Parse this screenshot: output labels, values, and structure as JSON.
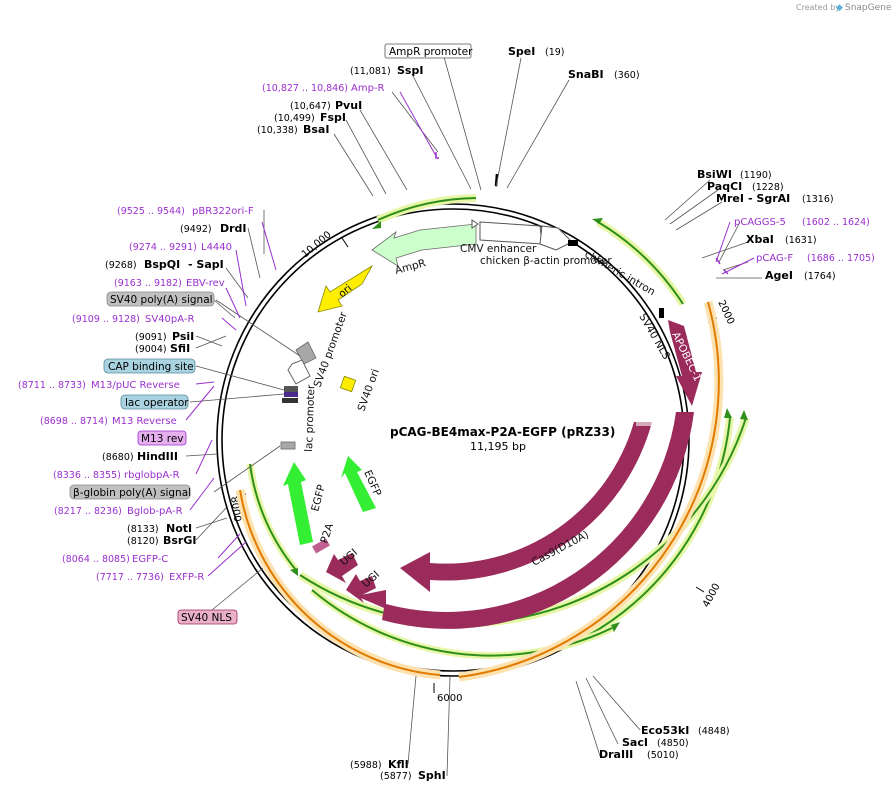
{
  "watermark": {
    "created_by": "Created by",
    "brand": "SnapGene"
  },
  "plasmid": {
    "name": "pCAG-BE4max-P2A-EGFP (pRZ33)",
    "size": "11,195 bp"
  },
  "ticks": {
    "t10000": "10,000",
    "t2000": "2000",
    "t4000": "4000",
    "t6000": "6000",
    "t8000": "8000"
  },
  "sites": {
    "spei": {
      "name": "SpeI",
      "pos": "(19)"
    },
    "snabi": {
      "name": "SnaBI",
      "pos": "(360)"
    },
    "bsiwi": {
      "name": "BsiWI",
      "pos": "(1190)"
    },
    "paqci": {
      "name": "PaqCI",
      "pos": "(1228)"
    },
    "mrei": {
      "name": "MreI",
      "name2": "- SgrAI",
      "pos": "(1316)"
    },
    "xbai": {
      "name": "XbaI",
      "pos": "(1631)"
    },
    "agei": {
      "name": "AgeI",
      "pos": "(1764)"
    },
    "eco53ki": {
      "name": "Eco53kI",
      "pos": "(4848)"
    },
    "saci": {
      "name": "SacI",
      "pos": "(4850)"
    },
    "draiii": {
      "name": "DraIII",
      "pos": "(5010)"
    },
    "kfli": {
      "name": "KflI",
      "pos": "(5988)"
    },
    "sphi": {
      "name": "SphI",
      "pos": "(5877)"
    },
    "notI": {
      "name": "NotI",
      "pos": "(8133)"
    },
    "bsrgi": {
      "name": "BsrGI",
      "pos": "(8120)"
    },
    "hindiii": {
      "name": "HindIII",
      "pos": "(8680)"
    },
    "psii": {
      "name": "PsiI",
      "pos": "(9091)"
    },
    "sfii": {
      "name": "SfiI",
      "pos": "(9004)"
    },
    "bspqi": {
      "name": "BspQI",
      "name2": "- SapI",
      "pos": "(9268)"
    },
    "drdi": {
      "name": "DrdI",
      "pos": "(9492)"
    },
    "bsai": {
      "name": "BsaI",
      "pos": "(10,338)"
    },
    "fspi": {
      "name": "FspI",
      "pos": "(10,499)"
    },
    "pvui": {
      "name": "PvuI",
      "pos": "(10,647)"
    },
    "sspi": {
      "name": "SspI",
      "pos": "(11,081)"
    }
  },
  "primers": {
    "ampr": {
      "range": "(10,827 .. 10,846)",
      "name": "Amp-R"
    },
    "pbr322": {
      "range": "(9525 .. 9544)",
      "name": "pBR322ori-F"
    },
    "l4440": {
      "range": "(9274 .. 9291)",
      "name": "L4440"
    },
    "ebvrev": {
      "range": "(9163 .. 9182)",
      "name": "EBV-rev"
    },
    "sv40par": {
      "range": "(9109 .. 9128)",
      "name": "SV40pA-R"
    },
    "m13puc": {
      "range": "(8711 .. 8733)",
      "name": "M13/pUC Reverse"
    },
    "m13r": {
      "range": "(8698 .. 8714)",
      "name": "M13 Reverse"
    },
    "rbglob": {
      "range": "(8336 .. 8355)",
      "name": "rbglobpA-R"
    },
    "bglob": {
      "range": "(8217 .. 8236)",
      "name": "Bglob-pA-R"
    },
    "egfpc": {
      "range": "(8064 .. 8085)",
      "name": "EGFP-C"
    },
    "exfpr": {
      "range": "(7717 .. 7736)",
      "name": "EXFP-R"
    },
    "pcaggs5": {
      "range": "(1602 .. 1624)",
      "name": "pCAGGS-5"
    },
    "pcagf": {
      "range": "(1686 .. 1705)",
      "name": "pCAG-F"
    }
  },
  "boxes": {
    "ampr_promoter": "AmpR promoter",
    "sv40_polya": "SV40 poly(A) signal",
    "cap_site": "CAP binding site",
    "lac_operator": "lac operator",
    "m13_rev": "M13 rev",
    "bglobin_polya": "β-globin poly(A) signal",
    "sv40_nls_box": "SV40 NLS"
  },
  "features": {
    "cmv": "CMV enhancer",
    "actin": "chicken β-actin promoter",
    "intron": "chimeric intron",
    "sv40nls": "SV40 NLS",
    "apobec": "APOBEC-1",
    "cas9": "Cas9",
    "cas9d10a": "Cas9(D10A)",
    "ugi1": "UGI",
    "ugi2": "UGI",
    "p2a": "P2A",
    "egfp_outer": "EGFP",
    "egfp_inner": "EGFP",
    "lacprom": "lac promoter",
    "sv40ori": "SV40 ori",
    "sv40prom": "SV40 promoter",
    "ori": "ori",
    "ampr": "AmpR"
  },
  "colors": {
    "site": "#000000",
    "primer": "#9b30d0",
    "cas": "#9a2b5b",
    "egfp": "#33ee33",
    "ori": "#ffee00",
    "ampr": "#ccffcc",
    "orf_ring": "#2f8f1a",
    "orf_glow": "#e6f7a8",
    "outer_orf": "#e07b00",
    "outer_glow": "#fde2b0"
  }
}
